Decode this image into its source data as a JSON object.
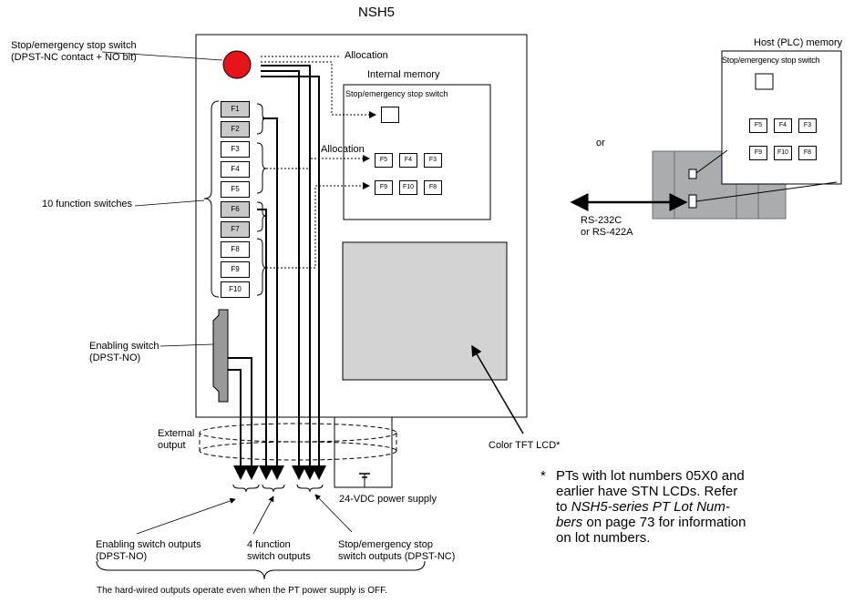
{
  "panel": {
    "title": "NSH5",
    "stop_switch_label": [
      "Stop/emergency stop switch",
      "(DPST-NC contact + NO bit)"
    ],
    "function_switches_label": "10 function switches",
    "enabling_switch_label": [
      "Enabling switch",
      "(DPST-NO)"
    ],
    "allocation_top": "Allocation",
    "allocation_mid": "Allocation",
    "internal_memory_title": "Internal memory",
    "internal_stop_label": "Stop/emergency stop switch",
    "lcd_label": "Color TFT LCD*",
    "function_keys": [
      {
        "label": "F1",
        "highlighted": true
      },
      {
        "label": "F2",
        "highlighted": true
      },
      {
        "label": "F3",
        "highlighted": false
      },
      {
        "label": "F4",
        "highlighted": false
      },
      {
        "label": "F5",
        "highlighted": false
      },
      {
        "label": "F6",
        "highlighted": true
      },
      {
        "label": "F7",
        "highlighted": true
      },
      {
        "label": "F8",
        "highlighted": false
      },
      {
        "label": "F9",
        "highlighted": false
      },
      {
        "label": "F10",
        "highlighted": false
      }
    ],
    "internal_keys_row1": [
      "F5",
      "F4",
      "F3"
    ],
    "internal_keys_row2": [
      "F9",
      "F10",
      "F8"
    ]
  },
  "host": {
    "title": "Host (PLC) memory",
    "stop_label": "Stop/emergency stop switch",
    "keys_row1": [
      "F5",
      "F4",
      "F3"
    ],
    "keys_row2": [
      "F9",
      "F10",
      "F8"
    ],
    "or_label": "or",
    "comm_label": [
      "RS-232C",
      "or RS-422A"
    ]
  },
  "wiring": {
    "external_output": [
      "External",
      "output"
    ],
    "power_supply": "24-VDC power supply",
    "enabling_outputs": [
      "Enabling switch outputs",
      "(DPST-NO)"
    ],
    "function_outputs": [
      "4 function",
      "switch outputs"
    ],
    "stop_outputs": [
      "Stop/emergency stop",
      "switch outputs (DPST-NC)"
    ],
    "footer": "The hard-wired outputs operate even when the PT power supply is OFF."
  },
  "note": {
    "asterisk": "*",
    "lines": [
      "PTs with lot numbers 05X0 and",
      "earlier have STN LCDs. Refer",
      "to "
    ],
    "italic_ref_1": "NSH5-series PT Lot Num-",
    "italic_ref_2": "bers",
    "line5_rest": " on page 73 for information",
    "line6": "on lot numbers."
  },
  "colors": {
    "stop_button": "#e8141b",
    "lcd_fill": "#d3d3d3",
    "plc_fill": "#a9adaf",
    "key_highlight": "#c8c8c8"
  }
}
